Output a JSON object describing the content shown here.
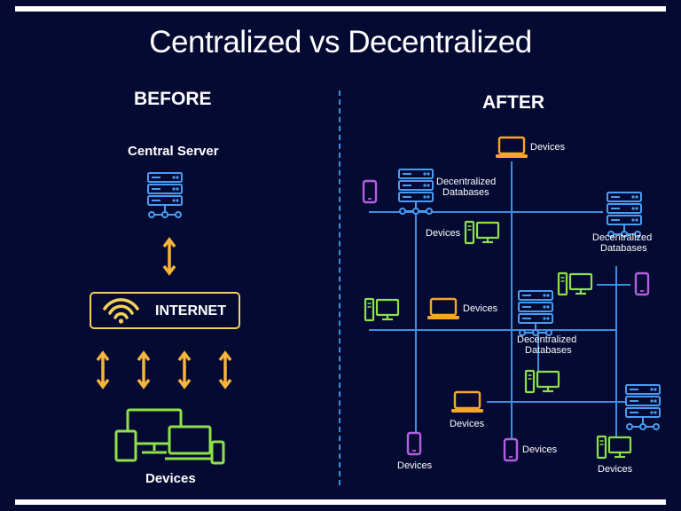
{
  "title": "Centralized vs Decentralized",
  "before": {
    "heading": "BEFORE",
    "server_label": "Central Server",
    "internet_label": "INTERNET",
    "devices_label": "Devices"
  },
  "after": {
    "heading": "AFTER",
    "labels": {
      "devices_top": "Devices",
      "db_topleft_1": "Decentralized",
      "db_topleft_2": "Databases",
      "devices_mid_left": "Devices",
      "db_right_1": "Decentralized",
      "db_right_2": "Databases",
      "devices_laptop_mid": "Devices",
      "db_center_1": "Decentralized",
      "db_center_2": "Databases",
      "devices_laptop_low": "Devices",
      "devices_bottom_left": "Devices",
      "devices_bottom_mid": "Devices",
      "devices_bottom_right": "Devices"
    }
  },
  "colors": {
    "background": "#050a33",
    "server": "#4a9cf0",
    "arrow": "#f7b53a",
    "device_green": "#8fe04a",
    "laptop_orange": "#f7a62b",
    "phone_purple": "#b45fe0",
    "line_blue": "#3a8fe0",
    "internet_border": "#f5d05a"
  }
}
